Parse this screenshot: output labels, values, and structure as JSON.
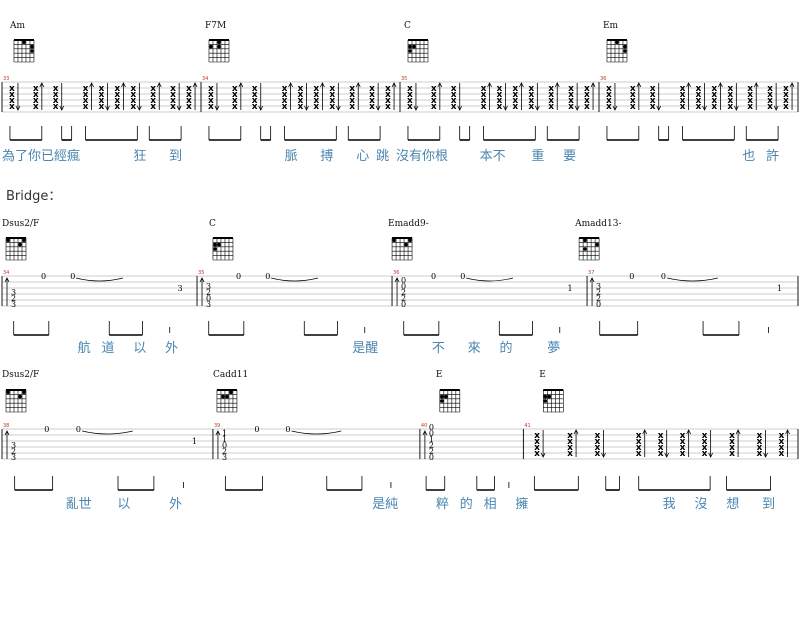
{
  "section_label": "Bridge：",
  "rows": [
    {
      "chords": [
        {
          "name": "Am",
          "pos": 0.01
        },
        {
          "name": "F7M",
          "pos": 0.255
        },
        {
          "name": "C",
          "pos": 0.505
        },
        {
          "name": "Em",
          "pos": 0.755
        }
      ],
      "measures": [
        {
          "num": "33",
          "start": 0.0,
          "end": 0.25
        },
        {
          "num": "34",
          "start": 0.25,
          "end": 0.5
        },
        {
          "num": "35",
          "start": 0.5,
          "end": 0.75
        },
        {
          "num": "36",
          "start": 0.75,
          "end": 1.0
        }
      ],
      "lyrics": [
        {
          "text": "為了你已經瘋",
          "pos": 0.0
        },
        {
          "text": "狂",
          "pos": 0.165
        },
        {
          "text": "到",
          "pos": 0.21
        },
        {
          "text": "脈",
          "pos": 0.355
        },
        {
          "text": "搏",
          "pos": 0.4
        },
        {
          "text": "心",
          "pos": 0.445
        },
        {
          "text": "跳",
          "pos": 0.47
        },
        {
          "text": "沒有你根",
          "pos": 0.495
        },
        {
          "text": "本不",
          "pos": 0.6
        },
        {
          "text": "重",
          "pos": 0.665
        },
        {
          "text": "要",
          "pos": 0.705
        },
        {
          "text": "也",
          "pos": 0.93
        },
        {
          "text": "許",
          "pos": 0.96
        }
      ]
    },
    {
      "chords": [
        {
          "name": "Dsus2/F",
          "pos": 0.0
        },
        {
          "name": "C",
          "pos": 0.26
        },
        {
          "name": "Emadd9-",
          "pos": 0.485
        },
        {
          "name": "Amadd13-",
          "pos": 0.72
        }
      ],
      "measures": [
        {
          "num": "34",
          "start": 0.0,
          "end": 0.245,
          "frets": [
            "3",
            "2",
            "3"
          ],
          "mid": [
            "0",
            "0"
          ],
          "end_fret": "3"
        },
        {
          "num": "35",
          "start": 0.245,
          "end": 0.49,
          "frets": [
            "3",
            "2",
            "0",
            "3"
          ],
          "mid": [
            "0",
            "0"
          ],
          "end_fret": ""
        },
        {
          "num": "36",
          "start": 0.49,
          "end": 0.735,
          "frets": [
            "0",
            "0",
            "2",
            "2",
            "0"
          ],
          "mid": [
            "0",
            "0"
          ],
          "end_fret": "1"
        },
        {
          "num": "37",
          "start": 0.735,
          "end": 1.0,
          "frets": [
            "3",
            "2",
            "2",
            "0"
          ],
          "mid": [
            "0",
            "0"
          ],
          "end_fret": "1"
        }
      ],
      "lyrics": [
        {
          "text": "航",
          "pos": 0.095
        },
        {
          "text": "道",
          "pos": 0.125
        },
        {
          "text": "以",
          "pos": 0.165
        },
        {
          "text": "外",
          "pos": 0.205
        },
        {
          "text": "是醒",
          "pos": 0.44
        },
        {
          "text": "不",
          "pos": 0.54
        },
        {
          "text": "來",
          "pos": 0.585
        },
        {
          "text": "的",
          "pos": 0.625
        },
        {
          "text": "夢",
          "pos": 0.685
        }
      ]
    },
    {
      "chords": [
        {
          "name": "Dsus2/F",
          "pos": 0.0
        },
        {
          "name": "Cadd11",
          "pos": 0.265
        },
        {
          "name": "E",
          "pos": 0.545
        },
        {
          "name": "E",
          "pos": 0.675
        }
      ],
      "measures": [
        {
          "num": "38",
          "start": 0.0,
          "end": 0.265,
          "frets": [
            "3",
            "2",
            "3"
          ],
          "mid": [
            "0",
            "0"
          ],
          "end_fret": "1"
        },
        {
          "num": "39",
          "start": 0.265,
          "end": 0.525,
          "frets": [
            "1",
            "1",
            "0",
            "2",
            "3"
          ],
          "mid": [
            "0",
            "0"
          ],
          "end_fret": ""
        },
        {
          "num": "40",
          "start": 0.525,
          "end": 0.655,
          "frets": [
            "0",
            "0",
            "1",
            "2",
            "2",
            "0"
          ],
          "mid": [],
          "end_fret": ""
        },
        {
          "num": "41",
          "start": 0.655,
          "end": 1.0
        }
      ],
      "lyrics": [
        {
          "text": "亂世",
          "pos": 0.08
        },
        {
          "text": "以",
          "pos": 0.145
        },
        {
          "text": "外",
          "pos": 0.21
        },
        {
          "text": "是純",
          "pos": 0.465
        },
        {
          "text": "粹",
          "pos": 0.545
        },
        {
          "text": "的",
          "pos": 0.575
        },
        {
          "text": "相",
          "pos": 0.605
        },
        {
          "text": "擁",
          "pos": 0.645
        },
        {
          "text": "我",
          "pos": 0.83
        },
        {
          "text": "沒",
          "pos": 0.87
        },
        {
          "text": "想",
          "pos": 0.91
        },
        {
          "text": "到",
          "pos": 0.955
        }
      ]
    }
  ]
}
